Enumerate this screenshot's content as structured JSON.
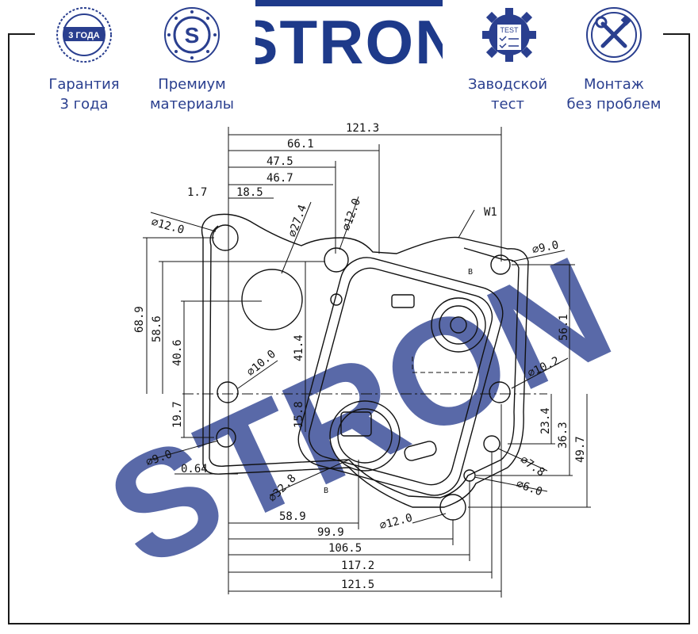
{
  "brand": {
    "name": "STRON",
    "color": "#1e3a8a"
  },
  "badges": [
    {
      "icon": "warranty-seal-icon",
      "seal_text": "3 ГОДА",
      "caption_line1": "Гарантия",
      "caption_line2": "3 года"
    },
    {
      "icon": "premium-s-icon",
      "seal_text": "S",
      "caption_line1": "Премиум",
      "caption_line2": "материалы"
    },
    {
      "icon": "factory-test-gear-icon",
      "seal_text": "TEST",
      "caption_line1": "Заводской",
      "caption_line2": "тест"
    },
    {
      "icon": "wrench-screwdriver-icon",
      "caption_line1": "Монтаж",
      "caption_line2": "без проблем"
    }
  ],
  "watermark": "STRON",
  "drawing": {
    "dimensions": {
      "top_121_3": "121.3",
      "top_66_1": "66.1",
      "top_47_5": "47.5",
      "top_46_7": "46.7",
      "top_1_7": "1.7",
      "top_18_5": "18.5",
      "left_68_9": "68.9",
      "left_58_6": "58.6",
      "left_40_6": "40.6",
      "left_19_7": "19.7",
      "mid_41_4": "41.4",
      "mid_15_8": "15.8",
      "right_56_1": "56.1",
      "right_23_4": "23.4",
      "right_36_3": "36.3",
      "right_49_7": "49.7",
      "bottom_0_64": "0.64",
      "bottom_58_9": "58.9",
      "bottom_99_9": "99.9",
      "bottom_106_5": "106.5",
      "bottom_117_2": "117.2",
      "bottom_121_5": "121.5"
    },
    "callouts": {
      "d12_top_left": "⌀12.0",
      "d27_4": "⌀27.4",
      "d12_top_mid": "⌀12.0",
      "w1": "W1",
      "d9_top_right": "⌀9.0",
      "d10_left": "⌀10.0",
      "d10_2_right": "⌀10.2",
      "d9_bottom_left": "⌀9.0",
      "d7_8": "⌀7.8",
      "d6": "⌀6.0",
      "d32_8": "⌀32.8",
      "d12_bottom": "⌀12.0",
      "b_top": "B",
      "b_bottom": "B"
    }
  }
}
